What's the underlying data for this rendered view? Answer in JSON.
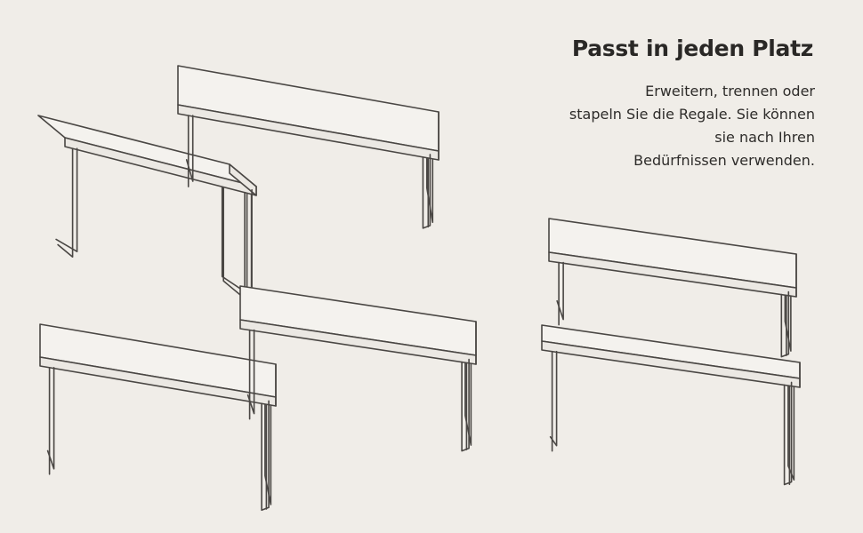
{
  "headline": "Passt in jeden Platz",
  "description_lines": [
    "Erweitern, trennen oder",
    "stapeln Sie die Regale. Sie können",
    "sie nach Ihren",
    "Bedürfnissen verwenden."
  ],
  "colors": {
    "background": "#f0ede8",
    "line": "#4a4744",
    "text": "#2a2826"
  }
}
